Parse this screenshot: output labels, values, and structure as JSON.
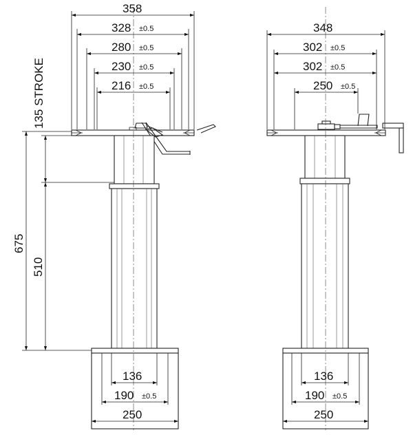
{
  "left_view": {
    "dims": {
      "d358": "358",
      "d328": "328",
      "d280": "280",
      "d230": "230",
      "d216": "216",
      "d136": "136",
      "d190": "190",
      "d250": "250"
    },
    "tolerance": "±0.5",
    "stroke_label": "135 STROKE",
    "height_675": "675",
    "height_510": "510"
  },
  "right_view": {
    "dims": {
      "d348": "348",
      "d302a": "302",
      "d302b": "302",
      "d250top": "250",
      "d136": "136",
      "d190": "190",
      "d250": "250"
    },
    "tolerance": "±0.5"
  }
}
